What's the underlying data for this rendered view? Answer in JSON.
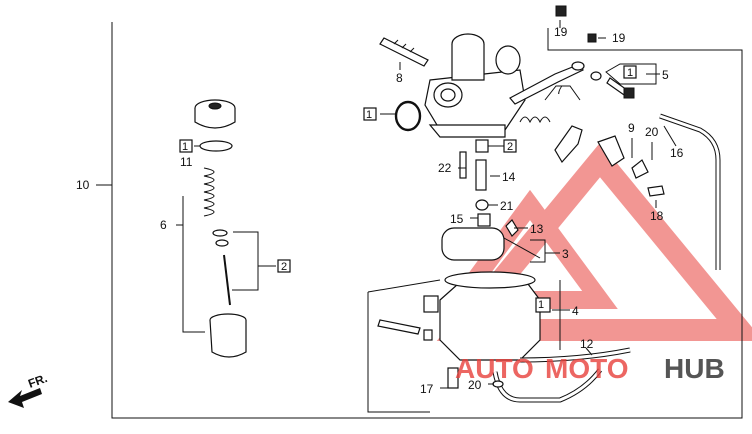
{
  "labels": {
    "p1": "1",
    "p2": "2",
    "p3": "3",
    "p4": "4",
    "p5": "5",
    "p6": "6",
    "p7": "7",
    "p8": "8",
    "p9": "9",
    "p10": "10",
    "p11": "11",
    "p12": "12",
    "p13": "13",
    "p14": "14",
    "p15": "15",
    "p16": "16",
    "p17": "17",
    "p18": "18",
    "p19": "19",
    "p20": "20",
    "p21": "21",
    "p22": "22"
  },
  "direction": "FR.",
  "watermark": {
    "brand_a": "AUTO",
    "brand_b": "MOTO",
    "brand_c": "HUB",
    "color_red": "#e8413c",
    "color_dark": "#2b2b2b"
  }
}
